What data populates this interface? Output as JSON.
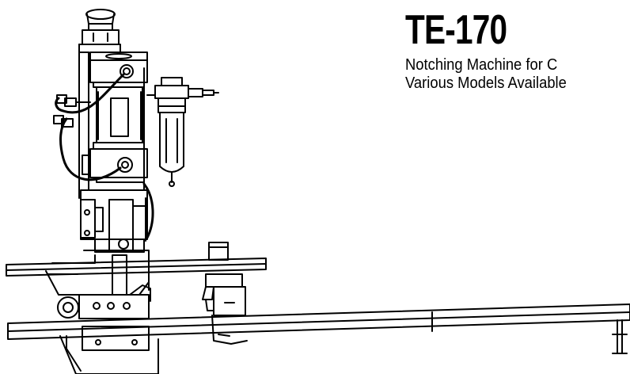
{
  "product": {
    "model": "TE-170",
    "description": "Notching Machine for C",
    "availability": "Various Models Available"
  },
  "colors": {
    "ink": "#000000",
    "background": "#ffffff"
  }
}
